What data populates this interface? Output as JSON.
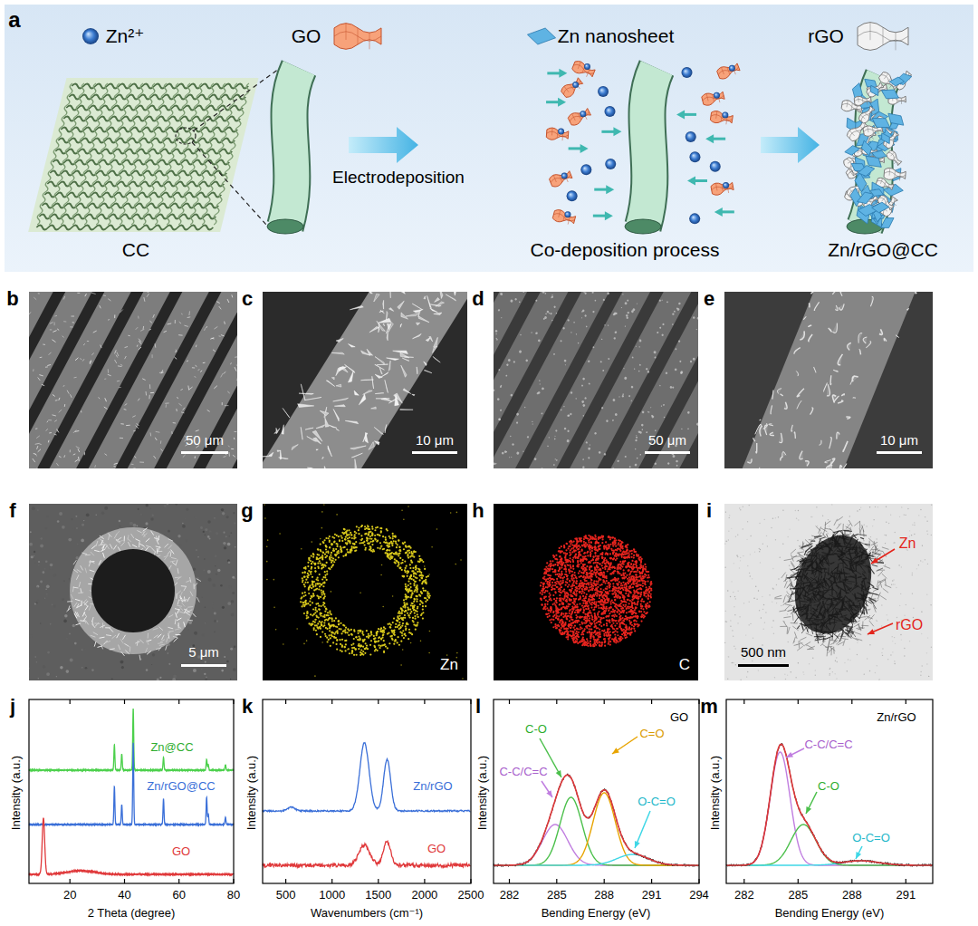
{
  "diagram": {
    "labels": [
      "a",
      "CC",
      "Electrodeposition",
      "Co-deposition process",
      "Zn/rGO@CC",
      "b",
      "50 μm",
      "c",
      "10 μm",
      "d",
      "50 μm",
      "e",
      "10 μm",
      "f",
      "5 μm",
      "g",
      "Zn",
      "h",
      "C",
      "i",
      "Zn",
      "rGO",
      "500 nm",
      "j",
      "Zn@CC",
      "Zn/rGO@CC",
      "GO",
      "Intensity (a.u.)",
      "20",
      "40",
      "60",
      "80",
      "2 Theta (degree)",
      "k",
      "Zn/rGO",
      "GO",
      "Intensity (a.u.)",
      "500",
      "1000",
      "1500",
      "2000",
      "2500",
      "Wavenumbers (cm⁻¹)",
      "l",
      "GO",
      "C-O",
      "C=O",
      "C-C/C=C",
      "O-C=O",
      "Intensity (a.u.)",
      "282",
      "285",
      "288",
      "291",
      "294",
      "Bending Energy (eV)",
      "m",
      "Zn/rGO",
      "C-C/C=C",
      "C-O",
      "O-C=O",
      "Intensity (a.u.)",
      "282",
      "285",
      "288",
      "291",
      "Bending Energy (eV)"
    ],
    "legend": [
      {
        "text": "Zn²⁺"
      },
      {
        "text": "GO"
      },
      {
        "text": "Zn nanosheet"
      },
      {
        "text": "rGO"
      }
    ]
  }
}
